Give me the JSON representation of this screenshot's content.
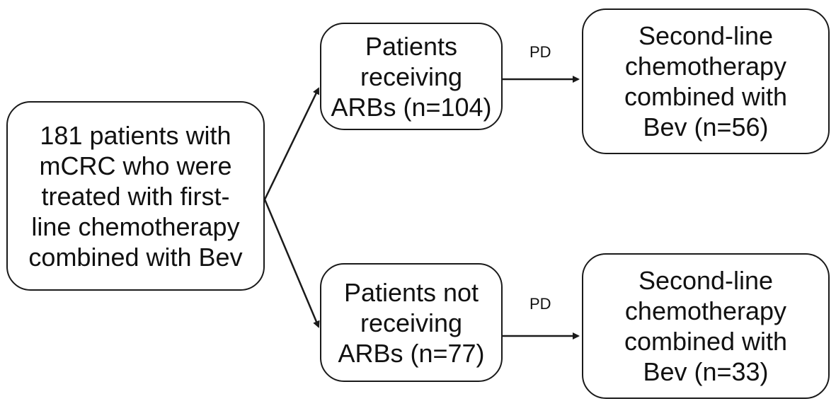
{
  "diagram": {
    "nodes": {
      "root": {
        "lines": [
          "181 patients with",
          "mCRC who were",
          "treated with first-",
          "line chemotherapy",
          "combined with Bev"
        ]
      },
      "arb_yes": {
        "lines": [
          "Patients",
          "receiving",
          "ARBs (n=104)"
        ]
      },
      "arb_no": {
        "lines": [
          "Patients not",
          "receiving",
          "ARBs (n=77)"
        ]
      },
      "second_line_yes": {
        "lines": [
          "Second-line",
          "chemotherapy",
          "combined with",
          "Bev (n=56)"
        ]
      },
      "second_line_no": {
        "lines": [
          "Second-line",
          "chemotherapy",
          "combined with",
          "Bev (n=33)"
        ]
      }
    },
    "edge_labels": {
      "pd_top": "PD",
      "pd_bottom": "PD"
    },
    "colors": {
      "stroke": "#1a1a1a",
      "text": "#111111",
      "background": "#ffffff"
    }
  }
}
